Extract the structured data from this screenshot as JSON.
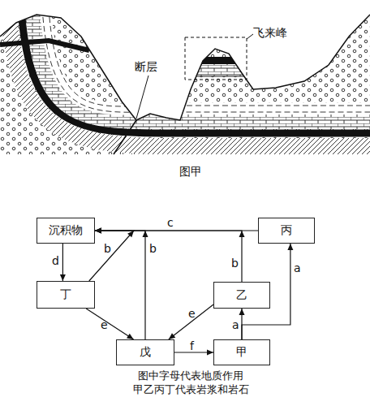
{
  "diagram": {
    "nodes": [
      {
        "text": [
          "沉积物"
        ]
      },
      {
        "text": [
          "丙"
        ]
      },
      {
        "text": [
          "丁"
        ]
      },
      {
        "text": [
          "乙"
        ]
      },
      {
        "text": [
          "戊"
        ]
      },
      {
        "text": [
          "甲"
        ]
      }
    ],
    "edges": [
      {
        "from": 1,
        "to": 0,
        "arrow": "to",
        "label": "c"
      },
      {
        "from": 0,
        "to": 2,
        "arrow": "to",
        "label": "d"
      },
      {
        "from": 2,
        "to": 0,
        "arrow": "to",
        "label": "b"
      },
      {
        "from": 4,
        "to": 0,
        "arrow": "to",
        "label": "b"
      },
      {
        "from": 3,
        "to": 0,
        "arrow": "to",
        "label": "b"
      },
      {
        "from": 2,
        "to": 4,
        "arrow": "to",
        "label": "e"
      },
      {
        "from": 3,
        "to": 4,
        "arrow": "to",
        "label": "e"
      },
      {
        "from": 4,
        "to": 5,
        "arrow": "to",
        "label": "f"
      },
      {
        "from": 5,
        "to": 3,
        "arrow": "to",
        "label": "a"
      },
      {
        "from": 5,
        "to": 1,
        "arrow": "to",
        "label": "a"
      }
    ],
    "labels": [
      "飞来峰",
      "断层",
      "图甲",
      "图中字母代表地质作用",
      "甲乙丙丁代表岩浆和岩石"
    ]
  }
}
